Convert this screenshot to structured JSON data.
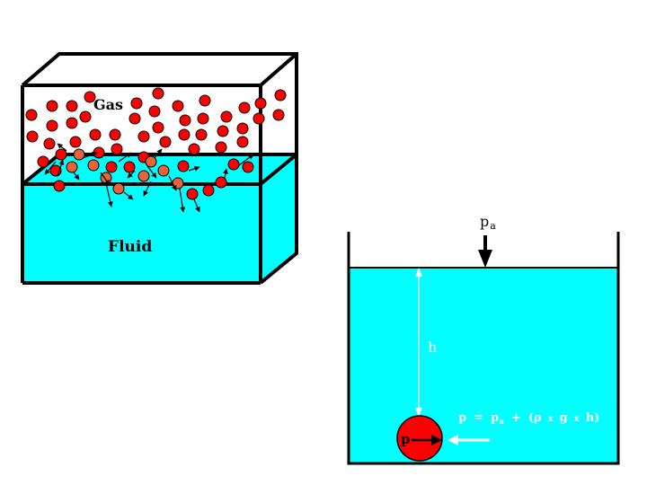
{
  "box_diagram": {
    "gas_label": "Gas",
    "fluid_label": "Fluid",
    "colors": {
      "fluid": "#00ffff",
      "gas_molecule": "#ff0000",
      "fluid_molecule": "#e8623a",
      "outline": "#000000"
    }
  },
  "tank_diagram": {
    "surface_pressure_label": "p",
    "surface_pressure_subscript": "a",
    "depth_label": "h",
    "point_pressure_label": "p",
    "formula": {
      "lhs": "p",
      "eq": "=",
      "pa": "p",
      "pa_sub": "a",
      "plus": "+",
      "open": "(",
      "rho": "ρ",
      "x1": "x",
      "g": "g",
      "x2": "x",
      "h": "h",
      "close": ")"
    },
    "colors": {
      "fluid": "#00ffff",
      "ball": "#ff0000",
      "arrow": "#ffffff"
    }
  }
}
